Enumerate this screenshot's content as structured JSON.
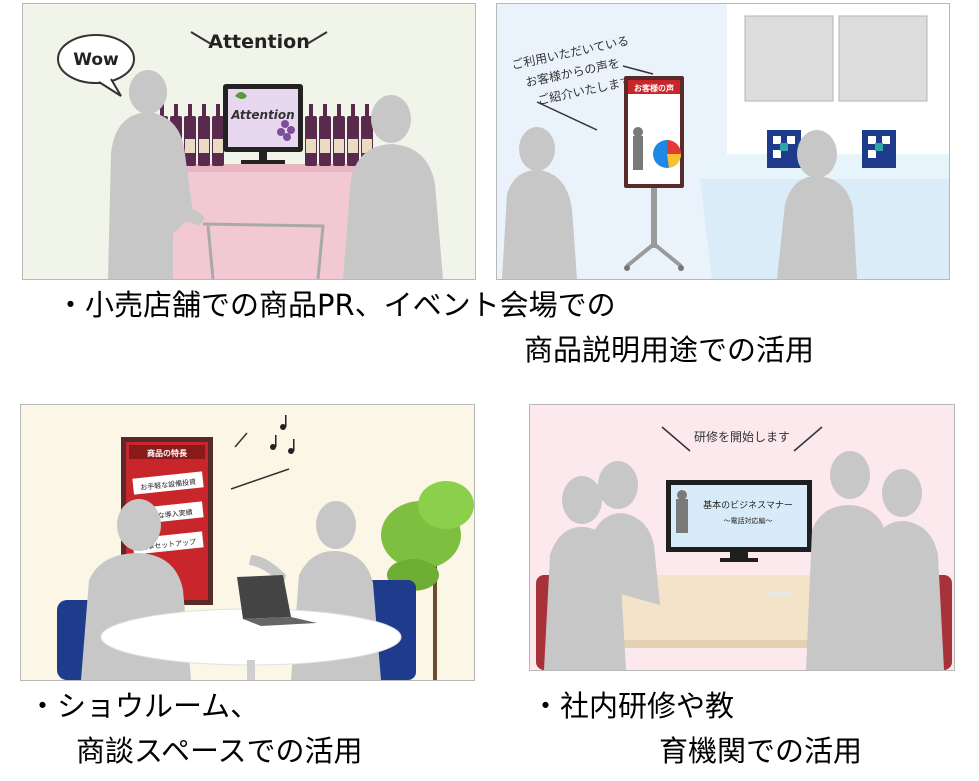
{
  "panels": {
    "retail": {
      "speech_wow": "Wow",
      "attention_header": "Attention",
      "screen_text": "Attention"
    },
    "event": {
      "callout_lines": [
        "ご利用いただいている",
        "お客様からの声を",
        "ご紹介いたします。"
      ],
      "signage_title": "お客様の声"
    },
    "showroom": {
      "signage_title": "商品の特長",
      "signage_items": [
        "お手軽な設備投資",
        "豊富な導入実績",
        "簡単セットアップ"
      ]
    },
    "training": {
      "header": "研修を開始します",
      "screen_title": "基本のビジネスマナー",
      "screen_subtitle": "～電話対応編～"
    }
  },
  "captions": {
    "top": {
      "line1": "・小売店舗での商品PR、イベント会場での",
      "line2": "商品説明用途での活用"
    },
    "bottom_left": {
      "line1": "・ショウルーム、",
      "line2": "商談スペースでの活用"
    },
    "bottom_right": {
      "line1": "・社内研修や教",
      "line2": "育機関での活用"
    }
  },
  "colors": {
    "silhouette": "#c7c7c7",
    "wine": "#5a2a4e",
    "signage_red": "#c8262a",
    "chair_blue": "#1f3b8c",
    "chair_red": "#a8323a"
  }
}
